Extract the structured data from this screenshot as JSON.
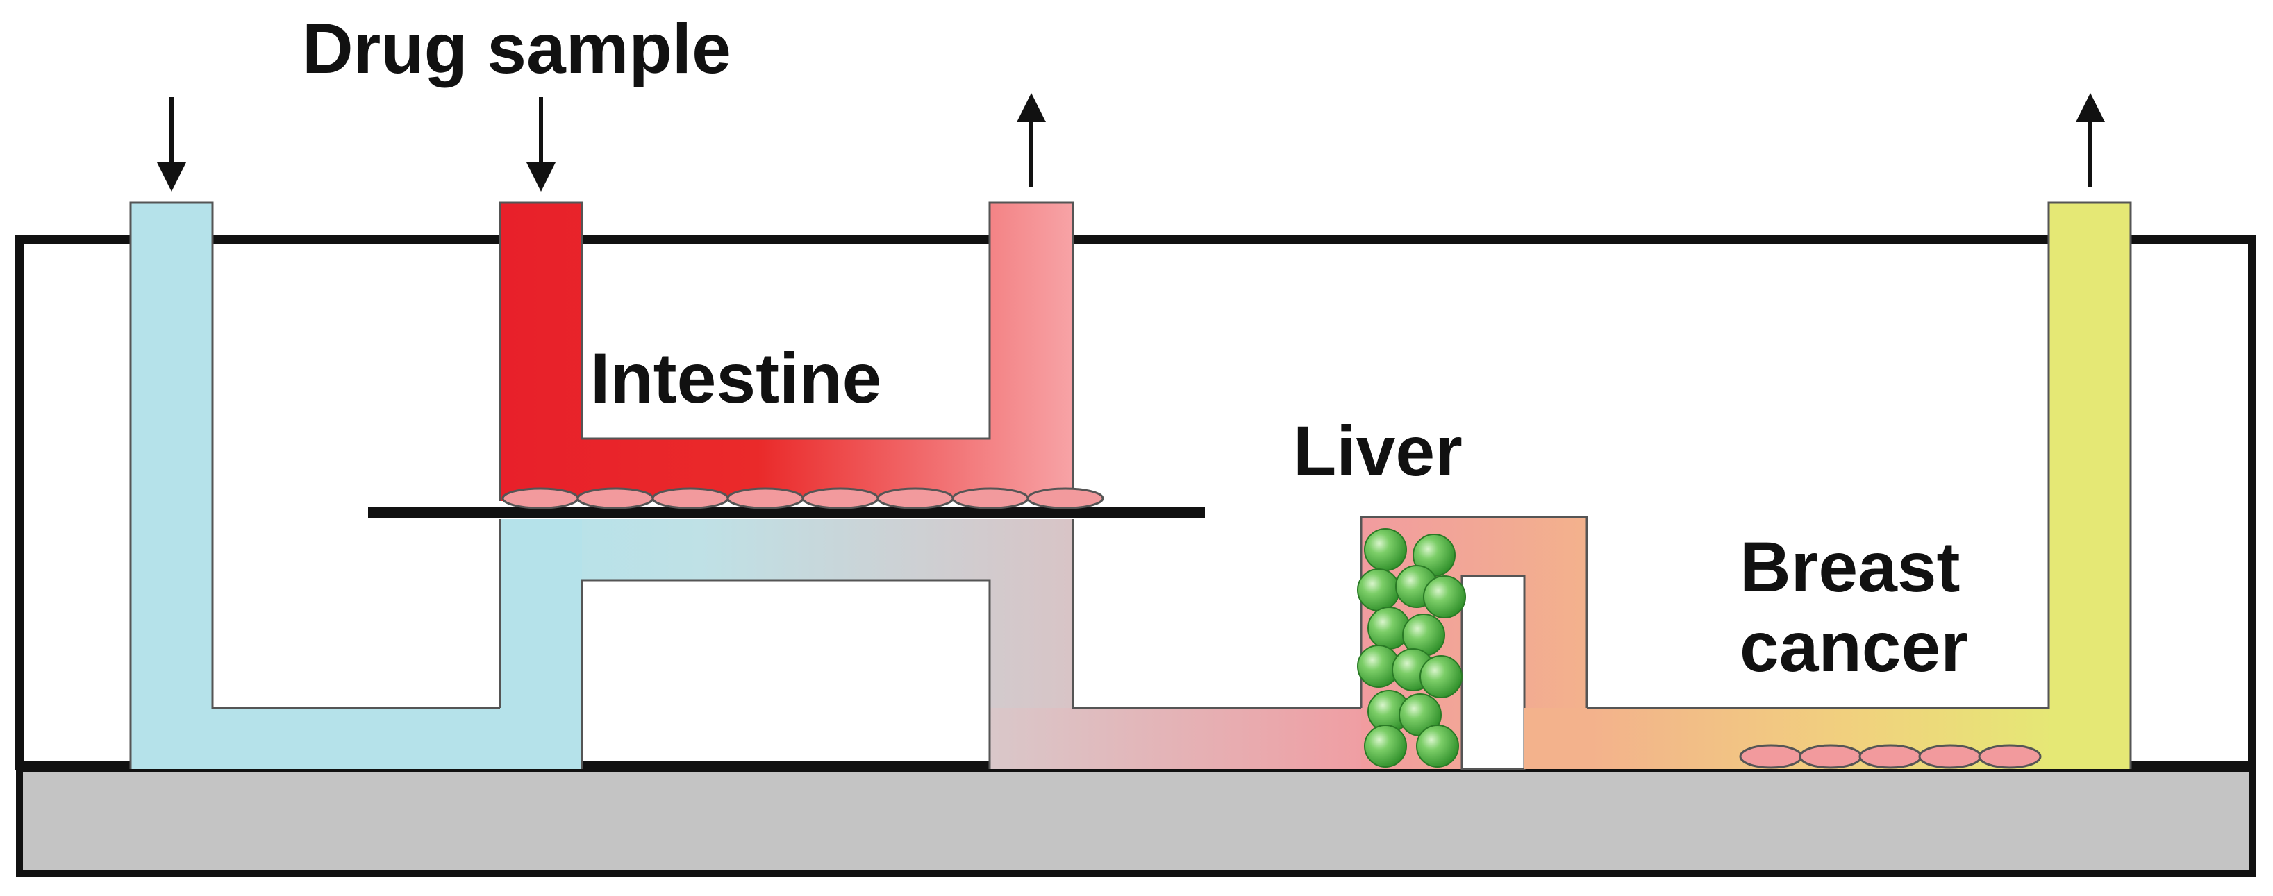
{
  "labels": {
    "drug_sample": "Drug sample",
    "intestine": "Intestine",
    "liver": "Liver",
    "breast_line1": "Breast",
    "breast_line2": "cancer"
  },
  "colors": {
    "outline": "#111111",
    "base_plate": "#c4c4c4",
    "medium_blue": "#b5e2ea",
    "drug_red": "#e8202a",
    "drug_pink": "#f7a3a6",
    "flow_mauve": "#d7c7c9",
    "liver_peach": "#f2aa8a",
    "breast_orange": "#f4c58a",
    "outlet_yellow": "#e5e875",
    "cells": "#f29a9d",
    "hepatocytes": "#56b64a"
  }
}
